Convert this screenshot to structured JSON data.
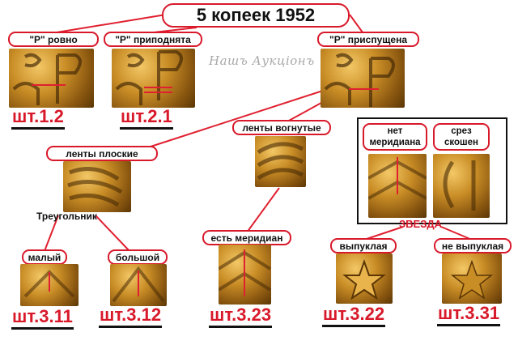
{
  "title": "5 копеек 1952",
  "watermark": "Нашъ Аукціонъ",
  "labels": {
    "r_even": "\"Р\" ровно",
    "r_raised": "\"Р\" приподнята",
    "r_lowered": "\"Р\" приспущена",
    "ribbons_flat": "ленты плоские",
    "ribbons_concave": "ленты вогнутые",
    "no_meridian": "нет меридиана",
    "cut_slanted": "срез скошен",
    "triangle": "Треугольник",
    "small": "малый",
    "large": "большой",
    "has_meridian": "есть меридиан",
    "star": "ЗВЕЗДА",
    "convex": "выпуклая",
    "not_convex": "не выпуклая"
  },
  "codes": {
    "c12": "шт.1.2",
    "c21": "шт.2.1",
    "c311": "шт.3.11",
    "c312": "шт.3.12",
    "c323": "шт.3.23",
    "c322": "шт.3.22",
    "c331": "шт.3.31"
  },
  "colors": {
    "accent_red": "#d8192a",
    "line_red": "#e02030",
    "text": "#111111",
    "coin_light": "#f3c866",
    "coin_dark": "#8a5710"
  }
}
